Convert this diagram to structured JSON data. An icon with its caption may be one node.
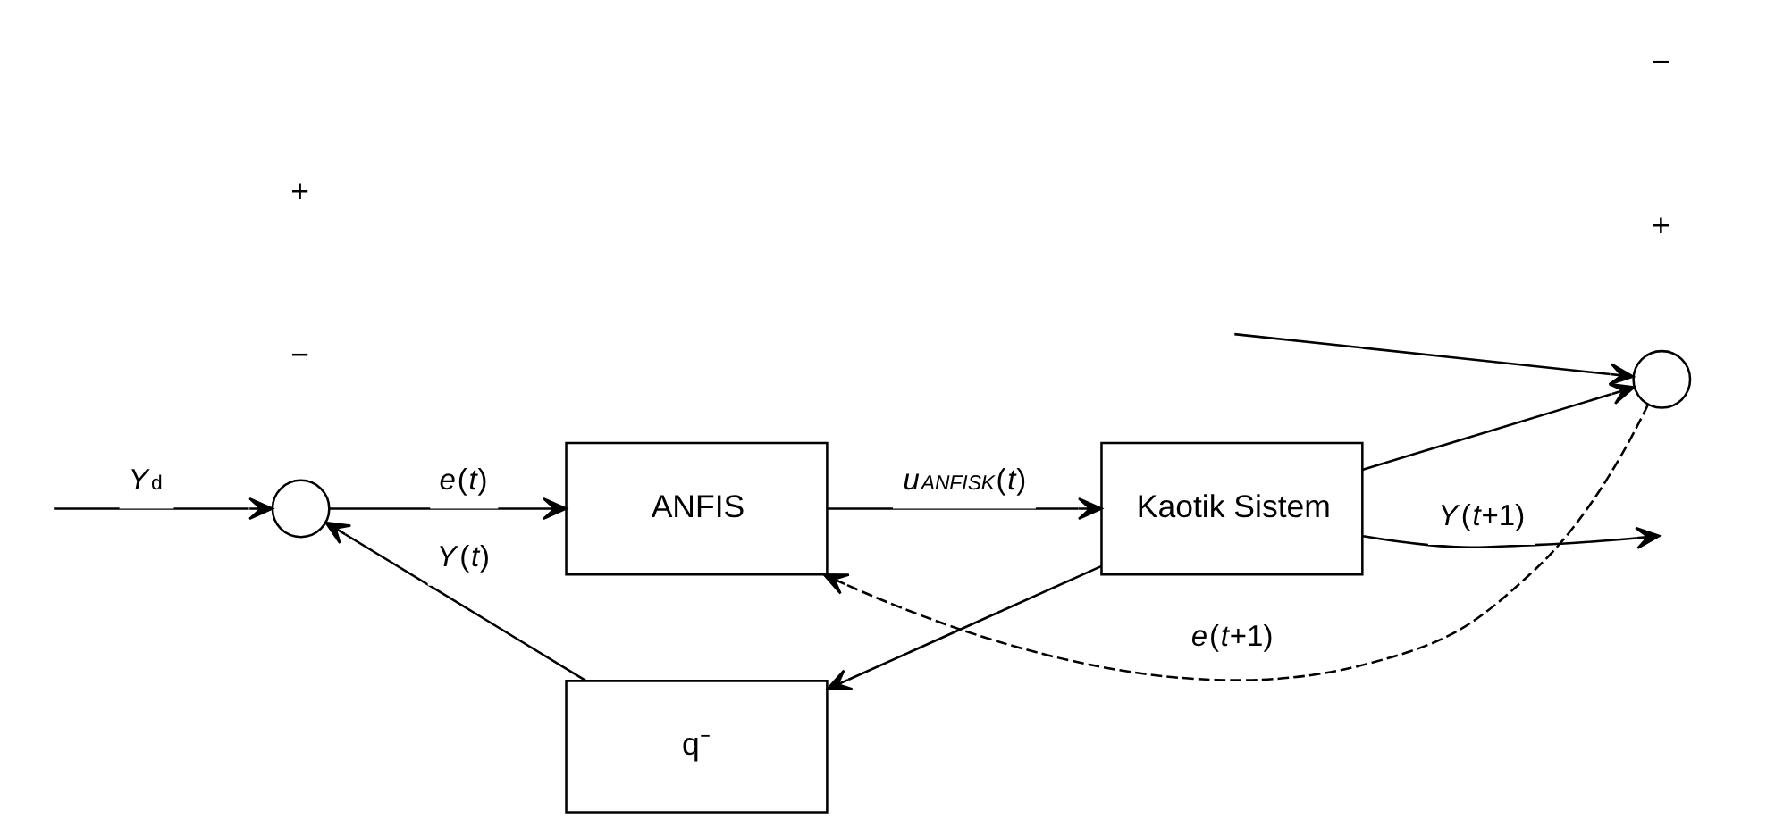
{
  "diagram": {
    "nodes": [
      {
        "text": [],
        "shape": "circle"
      },
      {
        "text": [
          "ANFIS"
        ]
      },
      {
        "text": [
          "Kaotik Sistem"
        ]
      },
      {
        "text": [
          "q⁻"
        ]
      },
      {
        "text": [],
        "shape": "circle"
      }
    ],
    "edges": [
      {
        "from": null,
        "to": 0,
        "arrow": "to",
        "label": "*Y*$_{d}$"
      },
      {
        "from": null,
        "to": 4,
        "arrow": "to"
      },
      {
        "from": 0,
        "to": 1,
        "arrow": "to",
        "label": "*e*(*t*)"
      },
      {
        "from": 1,
        "to": 2,
        "arrow": "to",
        "label": "*u*$_{ANFISK}$(*t*)"
      },
      {
        "from": 2,
        "to": null,
        "arrow": "to",
        "label": "*Y*(*t*+1)"
      },
      {
        "from": 2,
        "to": 4,
        "arrow": "to"
      },
      {
        "from": 2,
        "to": 3,
        "arrow": "to"
      },
      {
        "from": 3,
        "to": 0,
        "arrow": "to",
        "label": "*Y*(*t*)"
      },
      {
        "from": 4,
        "to": 1,
        "arrow": "to",
        "style": "dashed",
        "label": "*e*(*t*+1)"
      }
    ],
    "labels": [
      "+",
      "−",
      "−",
      "+"
    ]
  }
}
